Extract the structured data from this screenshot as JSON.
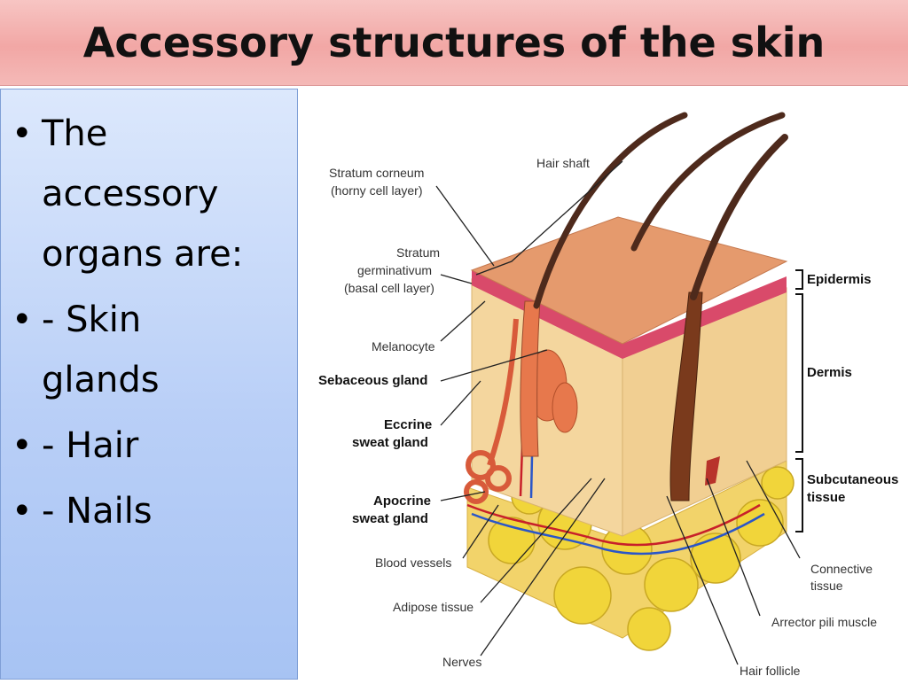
{
  "slide": {
    "title": "Accessory structures of the skin"
  },
  "bullets": [
    {
      "lines": [
        "The",
        "accessory",
        "organs are:"
      ]
    },
    {
      "lines": [
        "- Skin",
        "glands"
      ]
    },
    {
      "lines": [
        "- Hair"
      ]
    },
    {
      "lines": [
        "- Nails"
      ]
    }
  ],
  "diagram": {
    "labels": {
      "stratum_corneum": [
        "Stratum corneum",
        "(horny cell layer)"
      ],
      "hair_shaft": "Hair shaft",
      "stratum_germinativum": [
        "Stratum",
        "germinativum",
        "(basal cell layer)"
      ],
      "melanocyte": "Melanocyte",
      "sebaceous_gland": "Sebaceous gland",
      "eccrine_gland": [
        "Eccrine",
        "sweat gland"
      ],
      "apocrine_gland": [
        "Apocrine",
        "sweat gland"
      ],
      "blood_vessels": "Blood vessels",
      "adipose_tissue": "Adipose tissue",
      "nerves": "Nerves",
      "epidermis": "Epidermis",
      "dermis": "Dermis",
      "subcutaneous": [
        "Subcutaneous",
        "tissue"
      ],
      "connective_tissue": [
        "Connective",
        "tissue"
      ],
      "arrector_pili": "Arrector pili muscle",
      "hair_follicle": "Hair follicle"
    }
  }
}
